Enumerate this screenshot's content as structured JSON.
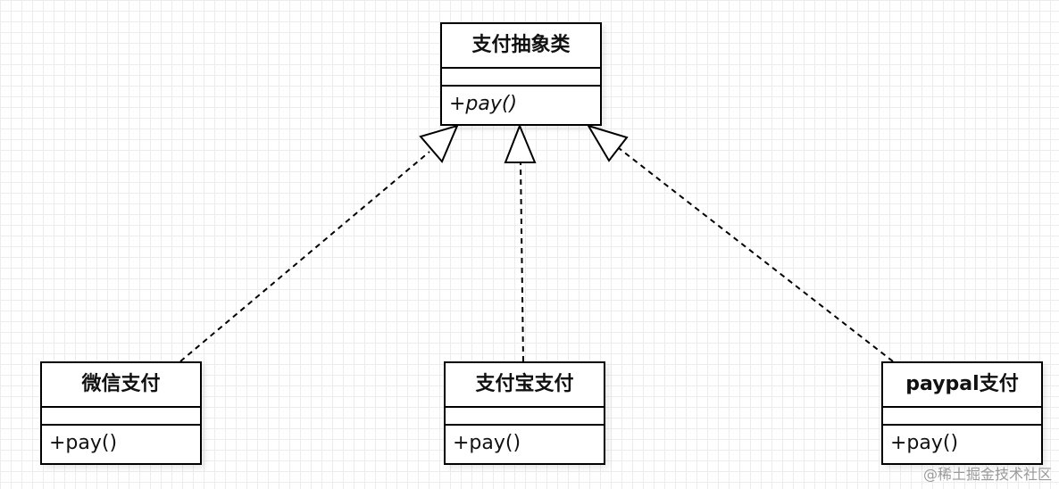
{
  "diagram": {
    "abstract_class": {
      "name": "支付抽象类",
      "operation": "+pay()"
    },
    "subclasses": [
      {
        "name": "微信支付",
        "operation": "+pay()"
      },
      {
        "name": "支付宝支付",
        "operation": "+pay()"
      },
      {
        "name": "paypal支付",
        "operation": "+pay()"
      }
    ],
    "relationship": "realization",
    "colors": {
      "line": "#000000",
      "box_fill": "#ffffff",
      "grid": "#e6e6e6"
    }
  },
  "watermark": "@稀土掘金技术社区"
}
